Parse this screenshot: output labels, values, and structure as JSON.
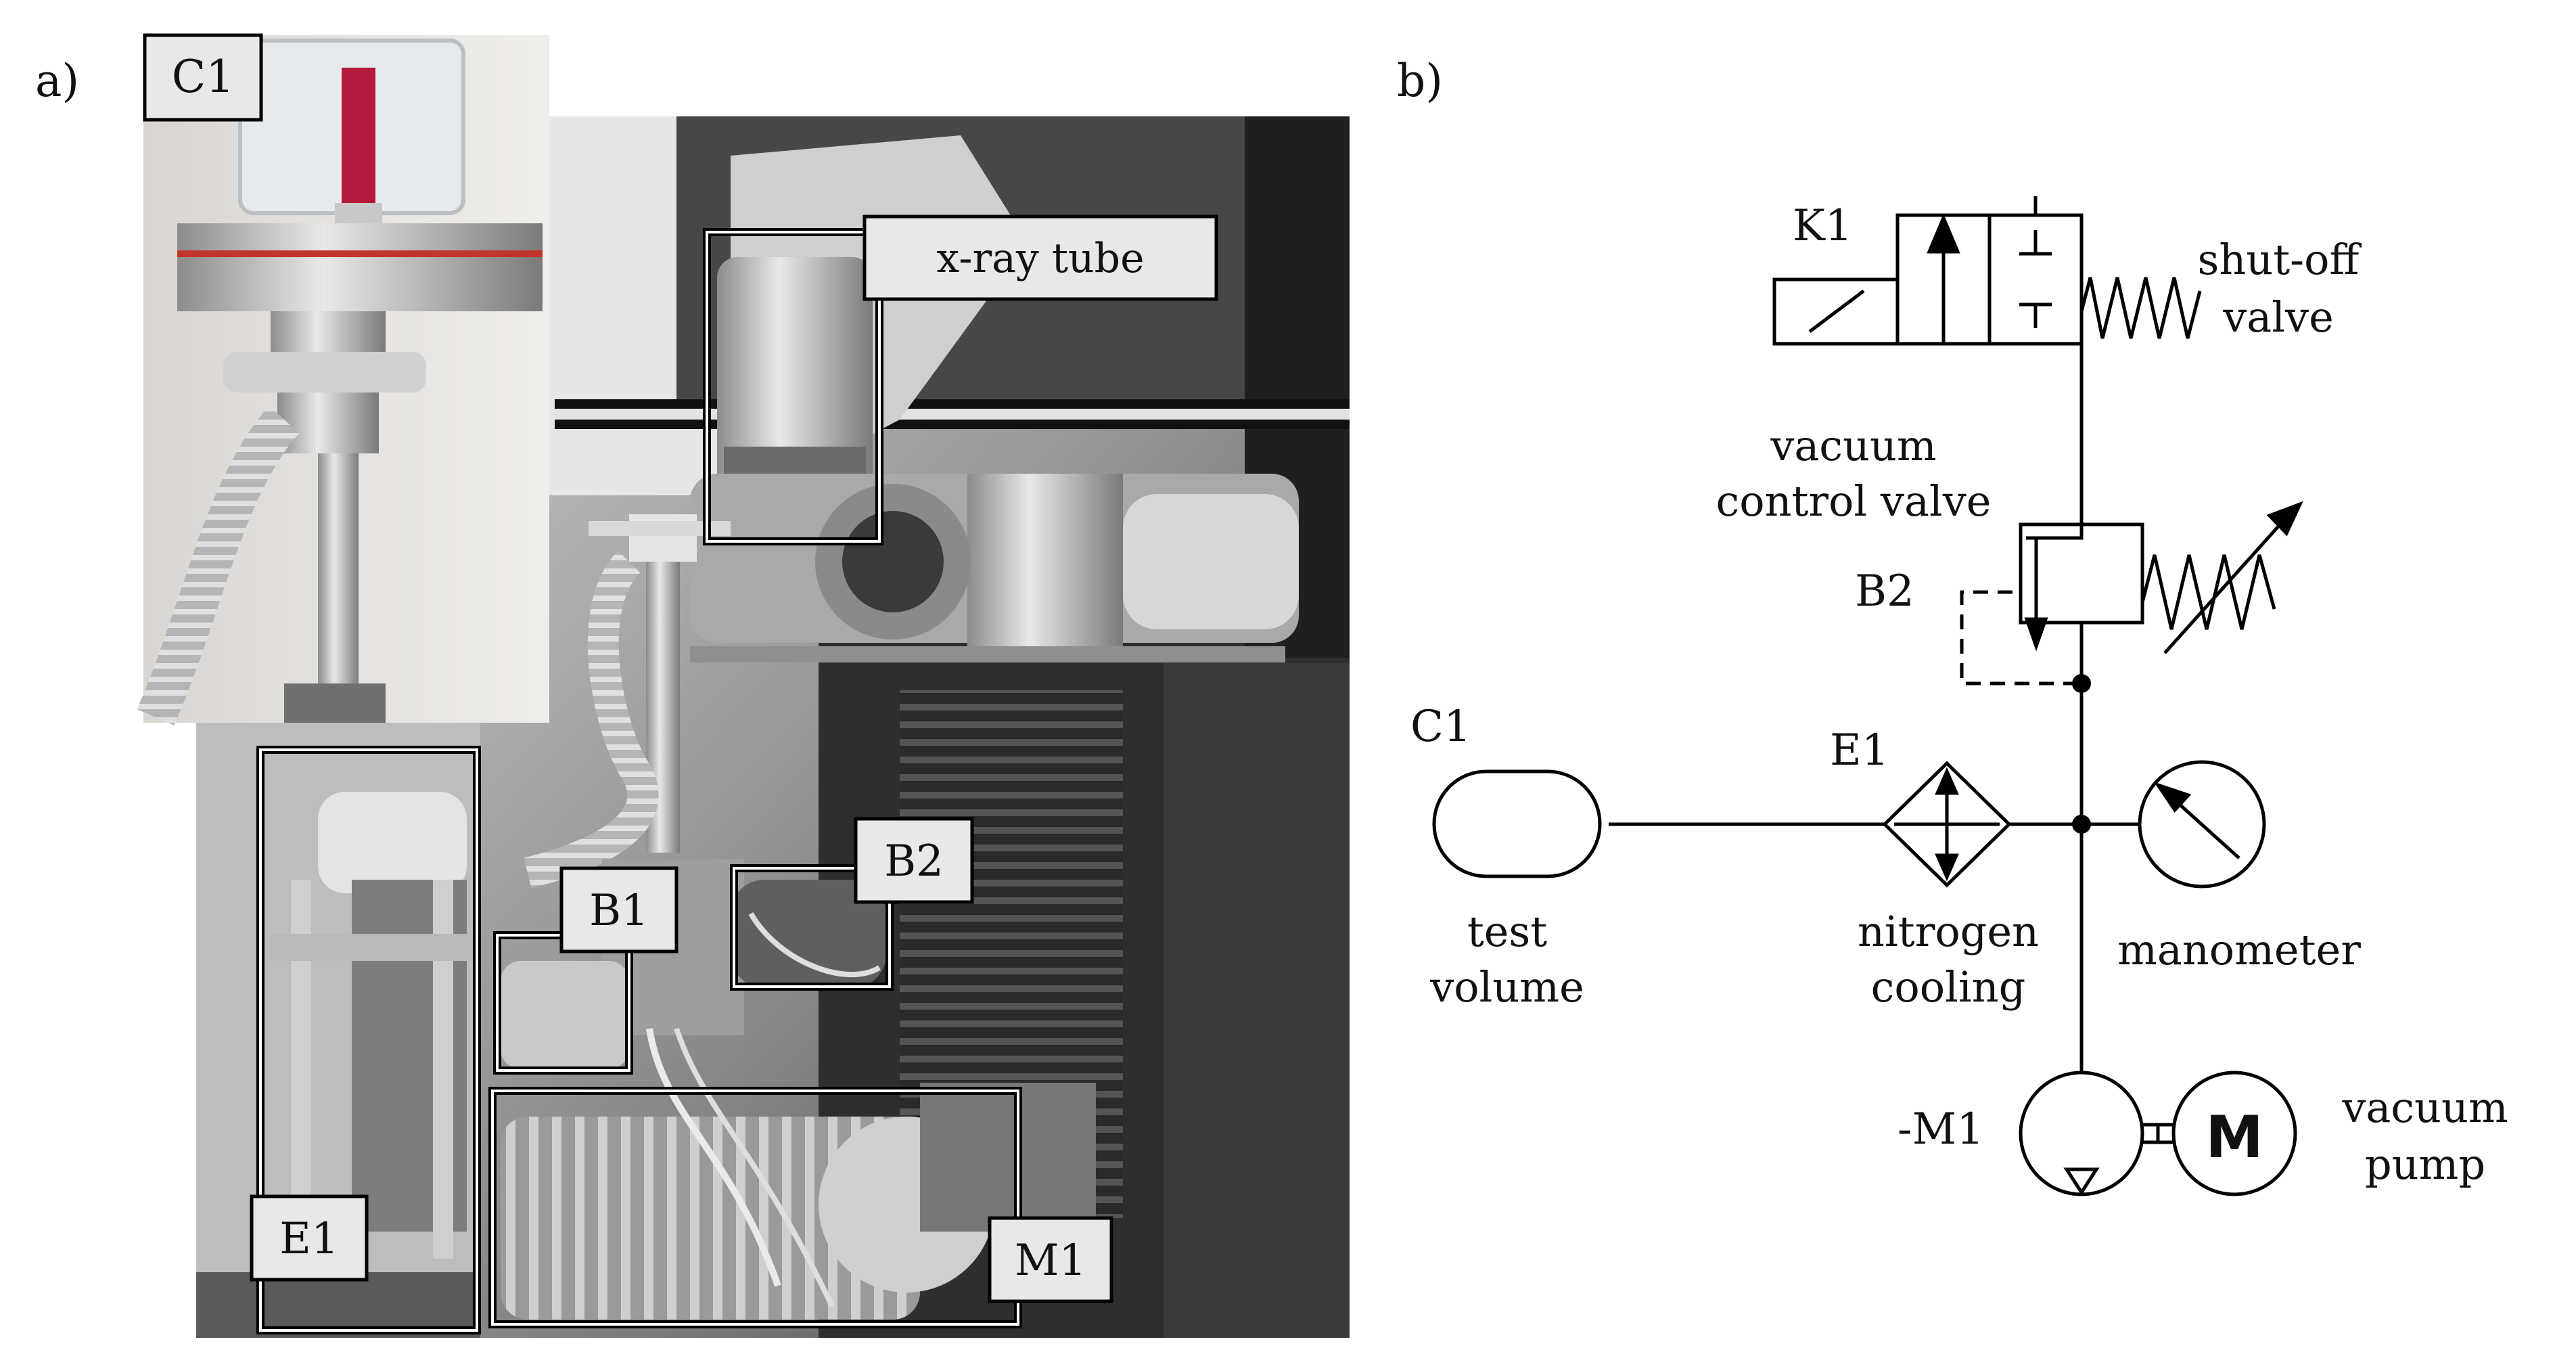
{
  "panel_a": {
    "label": "a)",
    "callouts": {
      "c1": "C1",
      "xray": "x-ray tube",
      "b1": "B1",
      "b2": "B2",
      "e1": "E1",
      "m1": "M1"
    }
  },
  "panel_b": {
    "label": "b)",
    "k1": {
      "id": "K1",
      "name_line1": "shut-off",
      "name_line2": "valve"
    },
    "b2": {
      "id": "B2",
      "name_line1": "vacuum",
      "name_line2": "control valve"
    },
    "c1": {
      "id": "C1",
      "name_line1": "test",
      "name_line2": "volume"
    },
    "e1": {
      "id": "E1",
      "name_line1": "nitrogen",
      "name_line2": "cooling"
    },
    "manometer": {
      "name": "manometer"
    },
    "m1": {
      "id": "-M1",
      "motor_symbol": "M",
      "name_line1": "vacuum",
      "name_line2": "pump"
    }
  }
}
